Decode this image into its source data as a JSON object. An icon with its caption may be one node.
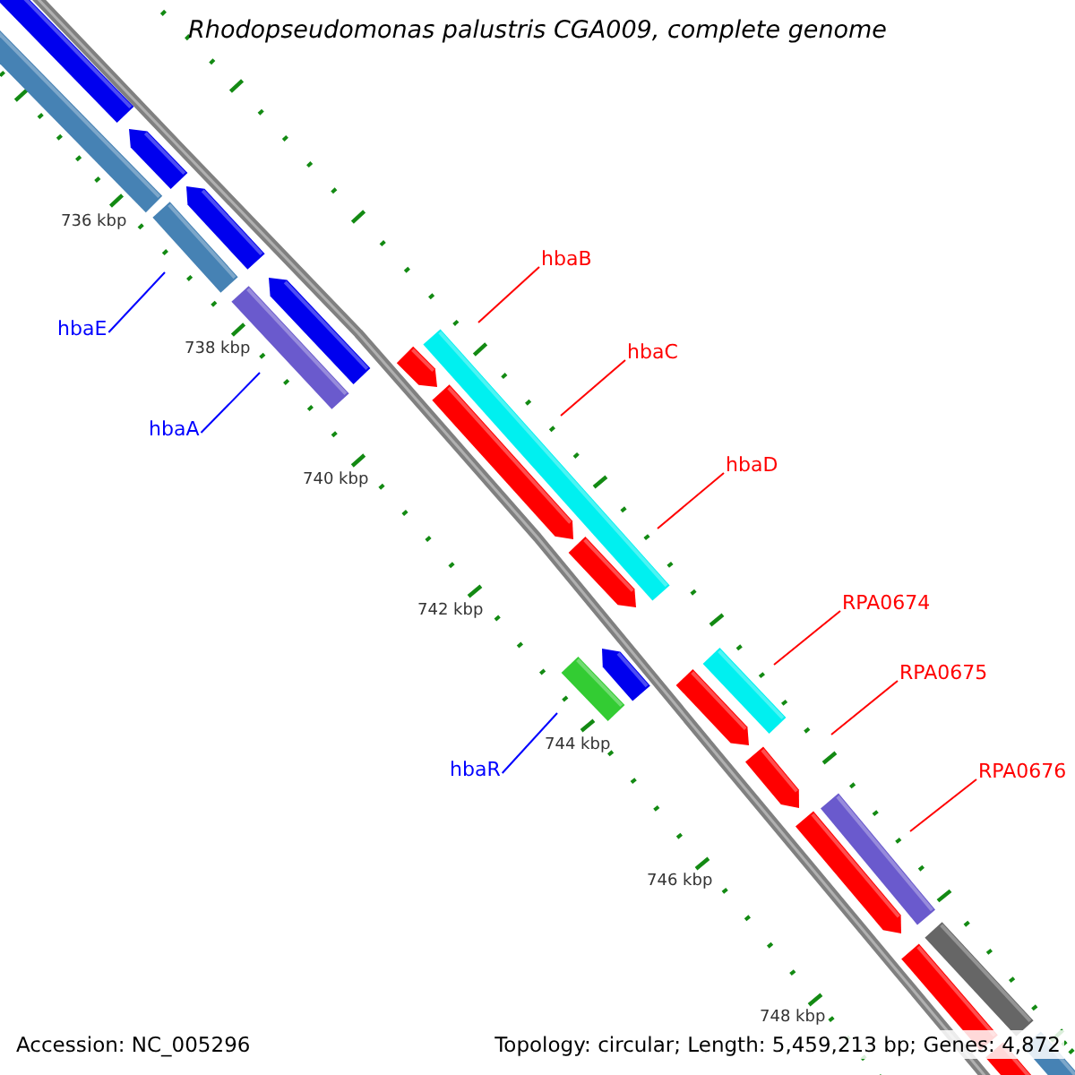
{
  "diagram": {
    "title": "Rhodopseudomonas palustris CGA009, complete genome",
    "nodes": [
      {
        "text": [
          "hbaB"
        ]
      },
      {
        "text": [
          "hbaE"
        ]
      },
      {
        "text": [
          "hbaC"
        ]
      },
      {
        "text": [
          "hbaA"
        ]
      },
      {
        "text": [
          "hbaD"
        ]
      },
      {
        "text": [
          "RPA0674"
        ]
      },
      {
        "text": [
          "RPA0675"
        ]
      },
      {
        "text": [
          "hbaR"
        ]
      },
      {
        "text": [
          "RPA0676"
        ]
      }
    ],
    "edges": [
      {
        "from": 0,
        "to": null,
        "arrow": "none"
      },
      {
        "from": 1,
        "to": null,
        "arrow": "none",
        "color": "#0000ff"
      },
      {
        "from": 2,
        "to": null,
        "arrow": "none"
      },
      {
        "from": 3,
        "to": null,
        "arrow": "none",
        "color": "#0000ff"
      },
      {
        "from": 4,
        "to": null,
        "arrow": "none"
      },
      {
        "from": 5,
        "to": null,
        "arrow": "none"
      },
      {
        "from": 6,
        "to": null,
        "arrow": "none"
      },
      {
        "from": 7,
        "to": null,
        "arrow": "none",
        "color": "#0000ff"
      },
      {
        "from": 8,
        "to": null,
        "arrow": "none"
      }
    ],
    "labels": [
      "736 kbp",
      "738 kbp",
      "740 kbp",
      "742 kbp",
      "744 kbp",
      "746 kbp",
      "748 kbp",
      "Accession: NC_005296",
      "Topology: circular; Length: 5,459,213 bp; Genes: 4,872"
    ]
  }
}
